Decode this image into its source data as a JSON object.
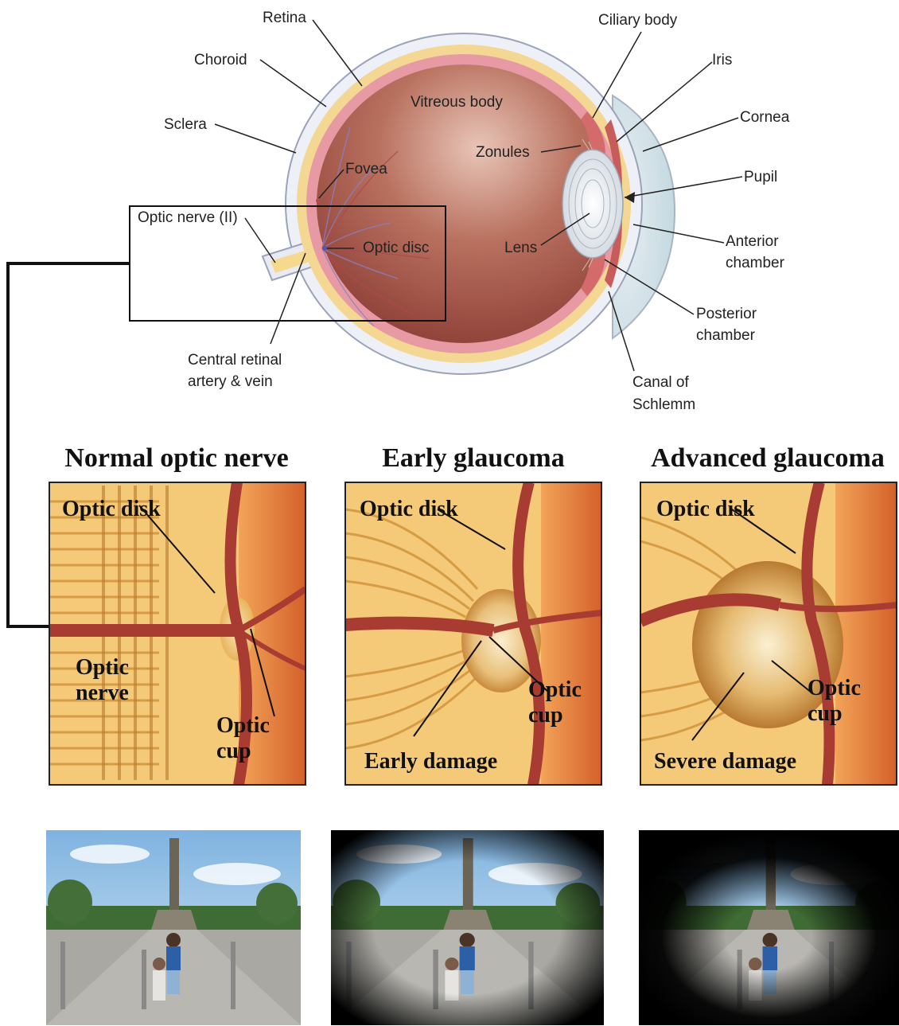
{
  "eye_anatomy": {
    "labels": {
      "retina": "Retina",
      "choroid": "Choroid",
      "sclera": "Sclera",
      "vitreous_body": "Vitreous body",
      "fovea": "Fovea",
      "optic_nerve": "Optic nerve (II)",
      "optic_disc": "Optic disc",
      "central_retinal_line1": "Central retinal",
      "central_retinal_line2": "artery & vein",
      "ciliary_body": "Ciliary body",
      "iris": "Iris",
      "cornea": "Cornea",
      "zonules": "Zonules",
      "pupil": "Pupil",
      "lens": "Lens",
      "anterior_line1": "Anterior",
      "anterior_line2": "chamber",
      "posterior_line1": "Posterior",
      "posterior_line2": "chamber",
      "schlemm_line1": "Canal of",
      "schlemm_line2": "Schlemm"
    }
  },
  "panels": [
    {
      "title": "Normal optic nerve",
      "labels": {
        "disk": "Optic disk",
        "nerve_line1": "Optic",
        "nerve_line2": "nerve",
        "cup_line1": "Optic",
        "cup_line2": "cup"
      }
    },
    {
      "title": "Early glaucoma",
      "labels": {
        "disk": "Optic disk",
        "cup_line1": "Optic",
        "cup_line2": "cup",
        "damage": "Early damage"
      }
    },
    {
      "title": "Advanced glaucoma",
      "labels": {
        "disk": "Optic disk",
        "cup_line1": "Optic",
        "cup_line2": "cup",
        "damage": "Severe damage"
      }
    }
  ],
  "colors": {
    "vitreous": "#a85a4c",
    "retina": "#e79aa4",
    "choroid": "#f3d792",
    "sclera": "#eceef6",
    "nerve_fibers": "#f2c567",
    "vessel": "#a83c32",
    "tissue": "#e0782e"
  }
}
